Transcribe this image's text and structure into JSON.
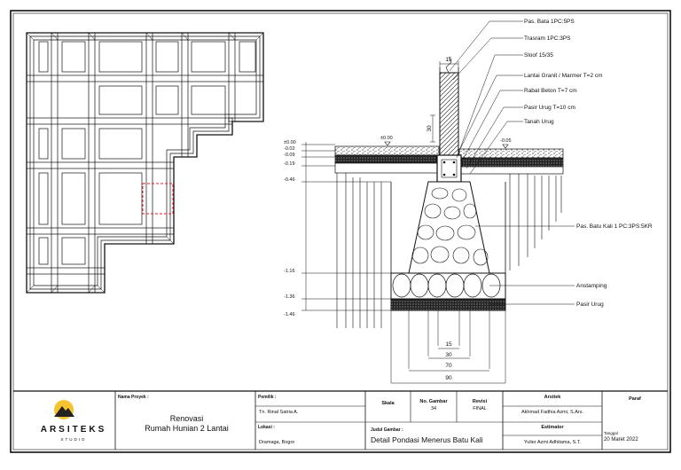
{
  "labels": {
    "callouts": [
      "Pas. Bata 1PC:5PS",
      "Trasram 1PC:3PS",
      "Sloof 15/35",
      "Lantai Granit / Marmer T=2 cm",
      "Rabat Beton T=7 cm",
      "Pasir Urug T=10 cm",
      "Tanah Urug"
    ],
    "batu_kali": "Pas. Batu Kali 1 PC:3PS:5KR",
    "anstamping": "Anstamping",
    "pasir_urug": "Pasir Urug"
  },
  "levels": {
    "l000": "±0.00",
    "l002": "-0.02",
    "l009": "-0.09",
    "l019": "-0.19",
    "l046": "-0.46",
    "l116": "-1.16",
    "l136": "-1.36",
    "l146": "-1.46",
    "mid000": "±0.00",
    "right005": "-0.05"
  },
  "dims": {
    "wall": "15",
    "height": "30",
    "d15": "15",
    "d30": "30",
    "d70": "70",
    "d90": "90"
  },
  "titleblock": {
    "logo_name": "ARSITEKS",
    "logo_sub": "STUDIO",
    "project_label": "Nama Proyek :",
    "project_name_1": "Renovasi",
    "project_name_2": "Rumah Hunian 2 Lantai",
    "owner_label": "Pemilik :",
    "owner": "Tn. Rinal Satria A.",
    "location_label": "Lokasi :",
    "location": "Dramaga, Bogor",
    "scale_label": "Skala",
    "drawing_no_label": "No. Gambar",
    "drawing_no": "34",
    "revision_label": "Revisi",
    "revision": "FINAL",
    "title_label": "Judul Gambar :",
    "title": "Detail Pondasi Menerus Batu Kali",
    "architect_label": "Arsitek",
    "architect": "Akhmad Fadhia Azmi, S.Ars.",
    "estimator_label": "Estimator",
    "estimator": "Yulier Azmi Adhitama, S.T.",
    "sign_label": "Paraf",
    "date_label": "Tanggal",
    "date": "20 Maret 2022"
  },
  "colors": {
    "ink": "#111111",
    "marker": "#e0202a",
    "logo_yellow": "#f6c431"
  }
}
